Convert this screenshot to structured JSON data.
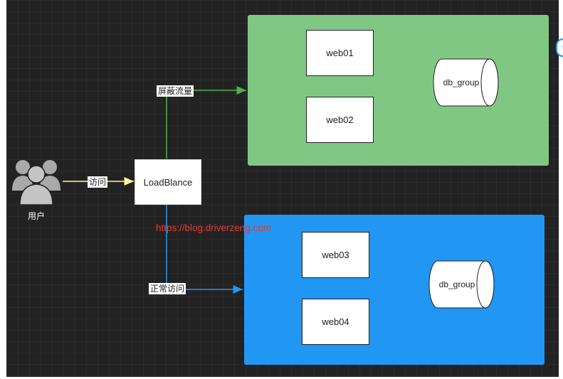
{
  "nodes": {
    "loadbalance": "LoadBlance",
    "web01": "web01",
    "web02": "web02",
    "web03": "web03",
    "web04": "web04",
    "db_green": "db_group",
    "db_blue": "db_group"
  },
  "edges": {
    "visit": "访问",
    "block_traffic": "屏蔽流量",
    "normal_access": "正常访问"
  },
  "users_label": "用户",
  "watermark": "https://blog.driverzeng.com",
  "side_badge": "↑",
  "colors": {
    "canvas": "#222222",
    "green_group": "#81c784",
    "blue_group": "#2196f3",
    "green_edge": "#4caf50",
    "blue_edge": "#2196f3",
    "yellow_edge": "#fff59d",
    "watermark": "#e53935"
  },
  "icons": [
    "users-icon",
    "database-icon"
  ]
}
